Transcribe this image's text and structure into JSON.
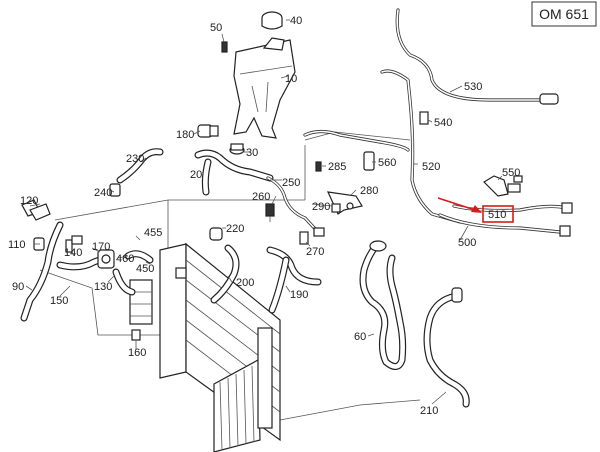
{
  "engine_code": "OM 651",
  "highlight_color": "#d81a1a",
  "callouts": {
    "c10": "10",
    "c20": "20",
    "c30": "30",
    "c40": "40",
    "c50": "50",
    "c60": "60",
    "c90": "90",
    "c110": "110",
    "c120": "120",
    "c130": "130",
    "c140": "140",
    "c150": "150",
    "c160": "160",
    "c170": "170",
    "c180": "180",
    "c190": "190",
    "c200": "200",
    "c210": "210",
    "c220": "220",
    "c230": "230",
    "c240": "240",
    "c250": "250",
    "c260": "260",
    "c270": "270",
    "c280": "280",
    "c285": "285",
    "c290": "290",
    "c450": "450",
    "c455": "455",
    "c460": "460",
    "c500": "500",
    "c510": "510",
    "c520": "520",
    "c530": "530",
    "c540": "540",
    "c550": "550",
    "c560": "560"
  }
}
